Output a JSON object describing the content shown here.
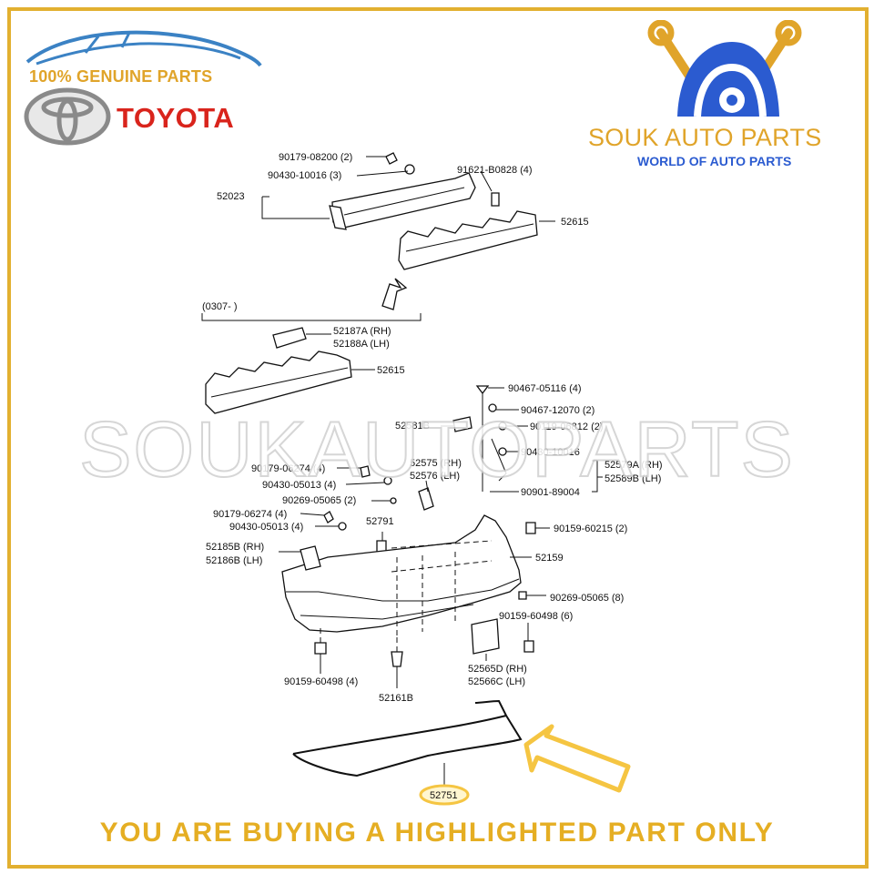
{
  "header": {
    "genuine_text": "100% GENUINE PARTS",
    "toyota_text": "TOYOTA",
    "brand_name": "SOUK AUTO PARTS",
    "tagline": "WORLD OF AUTO PARTS"
  },
  "watermark": "SOUKAUTOPARTS",
  "banner": "YOU ARE BUYING A HIGHLIGHTED PART ONLY",
  "highlighted_part": "52751",
  "colors": {
    "frame": "#e2b030",
    "gold": "#e0a42a",
    "toyota_red": "#d9241c",
    "brand_blue": "#2b5bd0",
    "highlight": "#f5c542"
  },
  "labels": {
    "l1": "90179-08200 (2)",
    "l2": "90430-10016 (3)",
    "l3": "91621-B0828 (4)",
    "l4": "52023",
    "l5": "52615",
    "l6": "(0307-        )",
    "l7": "52187A (RH)",
    "l8": "52188A (LH)",
    "l9": "52615",
    "l10": "90467-05116 (4)",
    "l11": "90467-12070 (2)",
    "l12": "52581B",
    "l13": "90119-06812 (2)",
    "l14": "90430-10016",
    "l15": "52579A (RH)",
    "l16": "52589B (LH)",
    "l17": "52575 (RH)",
    "l18": "52576 (LH)",
    "l19": "90179-06274 (4)",
    "l20": "90430-05013 (4)",
    "l21": "90269-05065 (2)",
    "l22": "90901-89004",
    "l23": "90179-06274 (4)",
    "l24": "90430-05013 (4)",
    "l25": "52791",
    "l26": "90159-60215 (2)",
    "l27": "52185B (RH)",
    "l28": "52186B (LH)",
    "l29": "52159",
    "l30": "90269-05065 (8)",
    "l31": "90159-60498 (6)",
    "l32": "52565D (RH)",
    "l33": "52566C (LH)",
    "l34": "90159-60498 (4)",
    "l35": "52161B",
    "l36": "52751"
  }
}
